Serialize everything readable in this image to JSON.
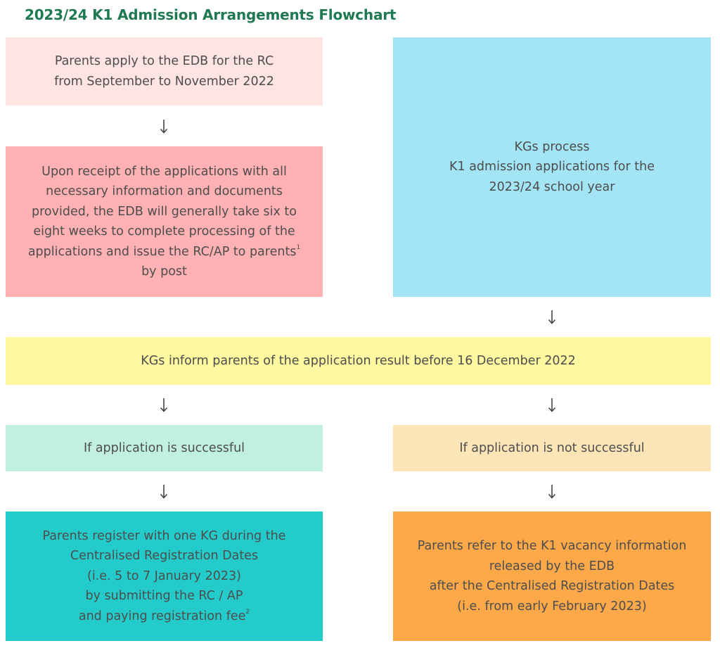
{
  "title": "2023/24 K1 Admission Arrangements Flowchart",
  "boxes": {
    "apply": "Parents apply to the EDB for the RC\nfrom September to November 2022",
    "process_pre": "Upon receipt of the applications with all\nnecessary information and documents\nprovided, the EDB will generally take six to\neight weeks to complete processing of the\napplications and issue the RC/AP to parents",
    "process_sup": "1",
    "process_post": "\nby post",
    "kg_process": "KGs process\nK1 admission applications for the\n2023/24 school year",
    "inform": "KGs inform parents of the application result before 16 December 2022",
    "success": "If application is successful",
    "fail": "If application is not successful",
    "register_pre": "Parents register with one KG during the\nCentralised Registration Dates\n(i.e. 5 to 7 January 2023)\nby submitting the RC / AP\nand paying registration fee",
    "register_sup": "2",
    "refer": "Parents refer to the K1 vacancy information\nreleased by the EDB\nafter the Centralised Registration Dates\n(i.e. from early February 2023)"
  },
  "colors": {
    "title": "#1f7a52",
    "apply": "#ffe4e4",
    "process": "#ffb1b3",
    "kg_process": "#a3e4f5",
    "inform": "#fef8a0",
    "success": "#c1efe1",
    "fail": "#fde5b8",
    "register": "#23cbca",
    "refer": "#fda94a"
  },
  "icons": {
    "arrow": "down-arrow-icon"
  }
}
